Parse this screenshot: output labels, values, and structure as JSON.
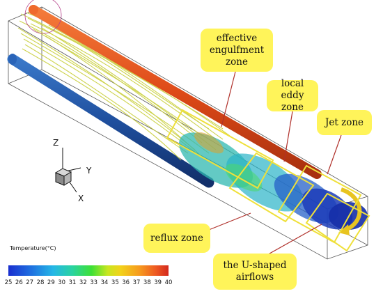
{
  "labels": {
    "engulfment": "effective\nengulfment\nzone",
    "eddy": "local eddy\nzone",
    "jet": "Jet zone",
    "reflux": "reflux zone",
    "ushape": "the U-shaped\nairflows"
  },
  "axes": {
    "z": "Z",
    "y": "Y",
    "x": "X"
  },
  "legend": {
    "title": "Temperature(°C)",
    "ticks": [
      "25",
      "26",
      "27",
      "28",
      "29",
      "30",
      "31",
      "32",
      "33",
      "34",
      "35",
      "36",
      "37",
      "38",
      "39",
      "40"
    ]
  },
  "colors": {
    "highlight": "#fff45a",
    "hot_duct": "#e0521d",
    "cold_duct": "#1f56a8",
    "streamline": "#c9cf3d",
    "callout_line": "#b0302a"
  }
}
